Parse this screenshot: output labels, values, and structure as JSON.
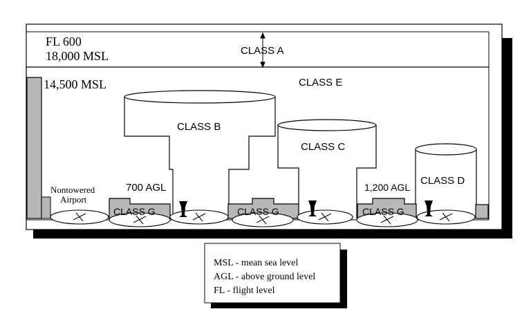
{
  "altitudes": {
    "fl600": "FL 600",
    "msl18000": "18,000 MSL",
    "msl14500": "14,500 MSL",
    "agl700": "700 AGL",
    "agl1200": "1,200 AGL"
  },
  "classes": {
    "a": "CLASS A",
    "b": "CLASS B",
    "c": "CLASS C",
    "d": "CLASS D",
    "e": "CLASS E",
    "g": "CLASS G"
  },
  "airport": {
    "line1": "Nontowered",
    "line2": "Airport"
  },
  "legend": {
    "items": [
      "MSL - mean sea level",
      "AGL - above ground level",
      "FL - flight level"
    ]
  },
  "colors": {
    "ink": "#000000",
    "ground_gray": "#b8b8b8",
    "paper": "#ffffff"
  }
}
